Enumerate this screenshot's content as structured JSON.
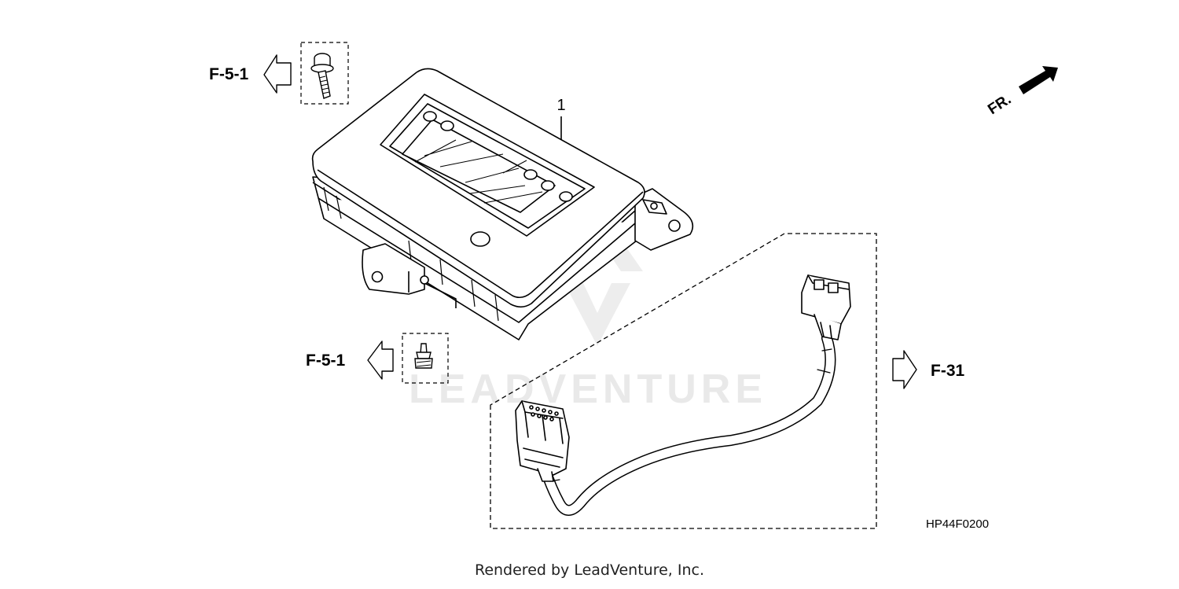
{
  "diagram": {
    "part_number": "1",
    "ref_top": "F-5-1",
    "ref_middle": "F-5-1",
    "ref_right": "F-31",
    "front_indicator": "FR.",
    "diagram_code": "HP44F0200",
    "watermark": "LEADVENTURE"
  },
  "footer": {
    "text": "Rendered by LeadVenture, Inc."
  }
}
